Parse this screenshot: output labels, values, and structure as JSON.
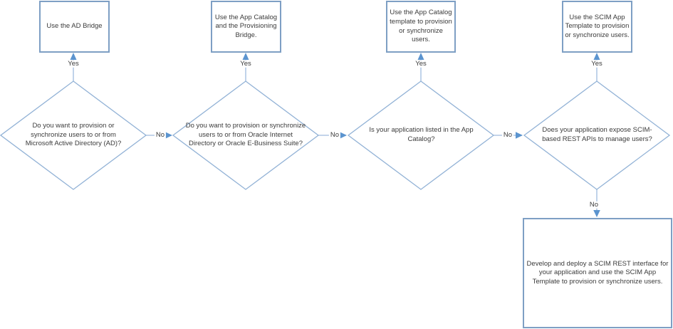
{
  "flowchart": {
    "decisions": [
      {
        "text": "Do you want to provision or synchronize users to or from Microsoft Active Directory (AD)?"
      },
      {
        "text": "Do you want to provision or synchronize users to or from Oracle Internet Directory or Oracle E-Business Suite?"
      },
      {
        "text": "Is your application listed in the App Catalog?"
      },
      {
        "text": "Does your application expose SCIM-based REST APIs to manage users?"
      }
    ],
    "outcomes": [
      {
        "text": "Use the AD Bridge"
      },
      {
        "text": "Use the App Catalog and the Provisioning Bridge."
      },
      {
        "text": "Use the App Catalog template to provision or synchronize users."
      },
      {
        "text": "Use the SCIM App Template to provision or synchronize users."
      },
      {
        "text": "Develop and deploy a SCIM REST interface for your application and use the SCIM App Template to provision or synchronize users."
      }
    ],
    "edge_labels": {
      "yes": "Yes",
      "no": "No"
    }
  },
  "colors": {
    "shape_border": "#7e9fc4",
    "diamond_border": "#92b2d6",
    "connector": "#9fbbde",
    "arrowhead": "#5b94cf",
    "text": "#3b3b3b",
    "background": "#ffffff"
  }
}
